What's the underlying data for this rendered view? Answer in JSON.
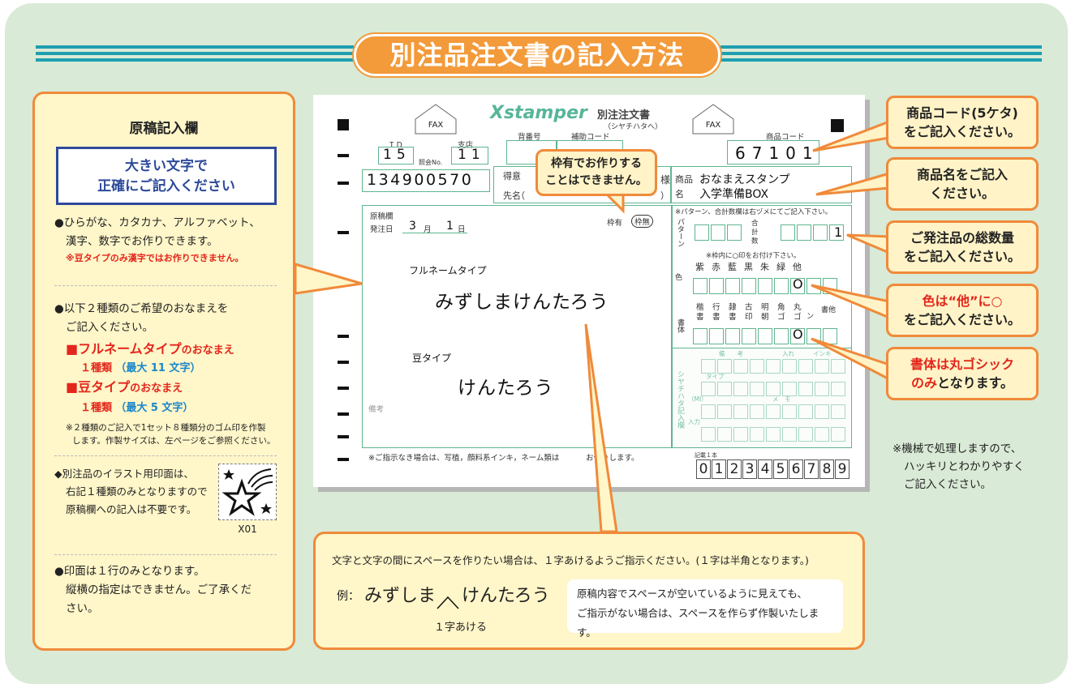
{
  "title": "別注品注文書の記入方法",
  "left": {
    "heading": "原稿記入欄",
    "notice_l1": "大きい文字で",
    "notice_l2": "正確にご記入ください",
    "p1_l1": "●ひらがな、カタカナ、アルファベット、",
    "p1_l2": "漢字、数字でお作りできます。",
    "p1_note": "※豆タイプのみ漢字ではお作りできません。",
    "p2_l1": "●以下２種類のご希望のおなまえを",
    "p2_l2": "ご記入ください。",
    "full_a": "■フルネームタイプ",
    "full_b": "のおなまえ",
    "full_sub_a": "１種類",
    "full_sub_b": "（最大 11 文字）",
    "mame_a": "■豆タイプ",
    "mame_b": "のおなまえ",
    "mame_sub_a": "１種類",
    "mame_sub_b": "（最大 5 文字）",
    "p2_note_l1": "※２種類のご記入で1セット８種類分のゴム印を作製",
    "p2_note_l2": "します。作製サイズは、左ページをご参照ください。",
    "p3_l1": "◆別注品のイラスト用印面は、",
    "p3_l2": "右記１種類のみとなりますので",
    "p3_l3": "原稿欄への記入は不要です。",
    "sample_code": "X01",
    "p4_l1": "●印面は１行のみとなります。",
    "p4_l2": "縦横の指定はできません。ご了承くだ",
    "p4_l3": "さい。"
  },
  "form": {
    "brand": "Xstamper",
    "form_title": "別注注文書",
    "form_sub": "（シヤチハタへ）",
    "fax": "FAX",
    "id_label": "ＩＤ",
    "id_value": "15",
    "shokai": "照会No.",
    "shiten_label": "支店",
    "shiten_value": "11",
    "seban": "背番号",
    "hojo": "補助コード",
    "code_label": "商品コード",
    "code_value": "67101",
    "tokui_l1": "得意",
    "tokui_l2": "先名",
    "paren_open": "（",
    "paren_close": "）",
    "sama": "様",
    "customer_no": "134900570",
    "shohin_l1": "商品",
    "shohin_l2": "名",
    "product_l1": "おなまえスタンプ",
    "product_l2": "入学準備BOX",
    "genko": "原稿欄",
    "order_date_label": "発注日",
    "order_month": "3",
    "month_unit": "月",
    "order_day": "1",
    "day_unit": "日",
    "waku": "枠有",
    "waku_none": "枠無",
    "full_label": "フルネームタイプ",
    "full_name": "みずしまけんたろう",
    "mame_label": "豆タイプ",
    "mame_name": "けんたろう",
    "biko": "備考",
    "pattern_note": "※パターン、合計数欄は右ヅメにてご記入下さい。",
    "pattern": "パターン",
    "total_label": "合計数",
    "total_value": "1",
    "circle_note": "※枠内に○印をお付け下さい。",
    "color_label": "色",
    "colors": [
      "紫",
      "赤",
      "藍",
      "黒",
      "朱",
      "緑",
      "他"
    ],
    "color_mark": "O",
    "font_label": "書体",
    "fonts_top": [
      "楷",
      "行",
      "隷",
      "古",
      "明",
      "角",
      "丸"
    ],
    "fonts_bottom": [
      "書",
      "書",
      "書",
      "印",
      "朝",
      "ゴ",
      "ゴ"
    ],
    "font_extra": "ン",
    "font_other": "書他",
    "font_mark": "O",
    "shachihata_col": "シヤチハタ記入欄",
    "sub_hdr1": "備　　考",
    "sub_hdr2": "入れ",
    "sub_hdr3": "インキ",
    "sub_type": "タイプ",
    "sub_mi": "（MI）",
    "sub_memo": "メ　モ",
    "sub_nyu": "入力",
    "bottom_note": "※ご指示なき場合は、写植，顔料系インキ，ネーム類は",
    "bottom_note2": "お作りします。",
    "digits_label": "記載１本",
    "digits": "0123456789"
  },
  "callouts": {
    "waku_l1": "枠有でお作りする",
    "waku_l2": "ことはできません。",
    "code_l1": "商品コード(5ケタ)",
    "code_l2": "をご記入ください。",
    "name_l1": "商品名をご記入",
    "name_l2": "ください。",
    "qty_l1": "ご発注品の総数量",
    "qty_l2": "をご記入ください。",
    "color_a": "色は“他”に○",
    "color_l2": "をご記入ください。",
    "font_a": "書体は丸ゴシック",
    "font_b": "のみ",
    "font_c": "となります。"
  },
  "side_note": {
    "l1": "※機械で処理しますので、",
    "l2": "ハッキリとわかりやすく",
    "l3": "ご記入ください。"
  },
  "bottom": {
    "line": "文字と文字の間にスペースを作りたい場合は、１字あけるようご指示ください。(１字は半角となります。)",
    "example_label": "例：",
    "example_a": "みずしま",
    "example_b": "けんたろう",
    "space_label": "１字あける",
    "note_l1": "原稿内容でスペースが空いているように見えても、",
    "note_l2": "ご指示がない場合は、スペースを作らず作製いたします。"
  }
}
